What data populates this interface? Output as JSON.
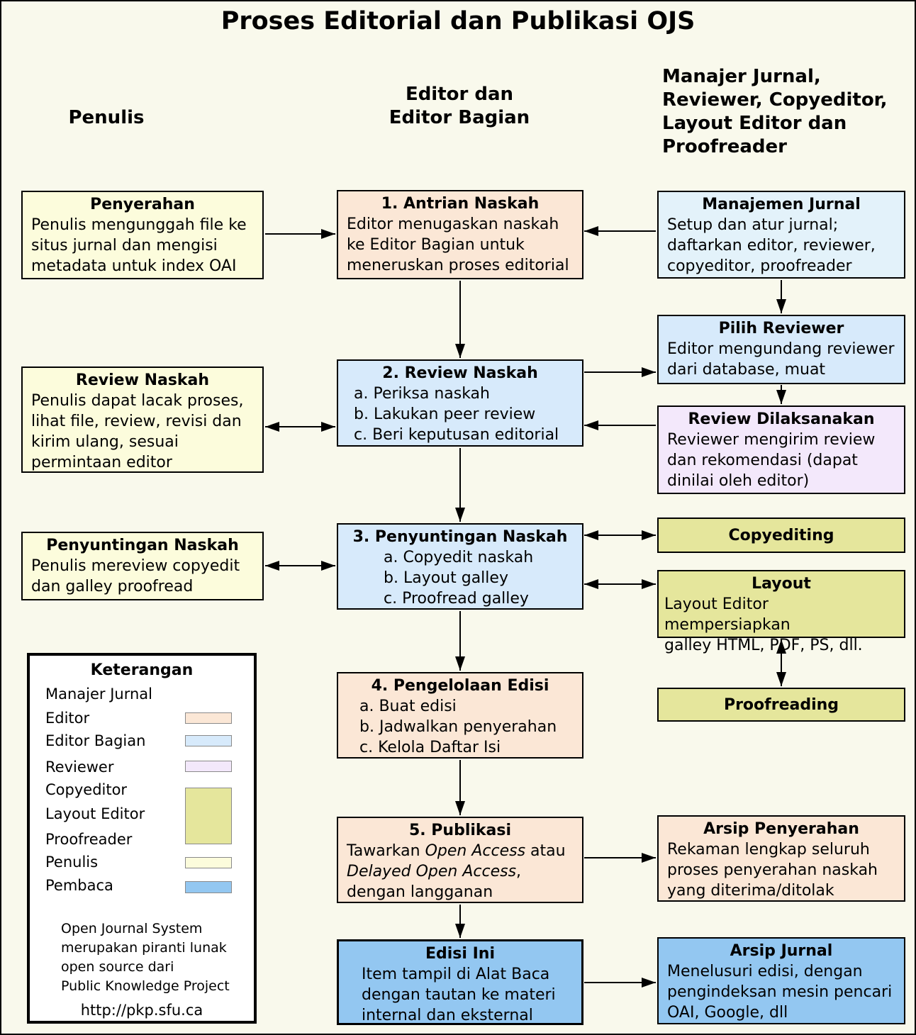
{
  "title": "Proses Editorial dan Publikasi OJS",
  "column_headers": {
    "penulis": "Penulis",
    "editor": "Editor dan\nEditor Bagian",
    "manajer": "Manajer Jurnal,\nReviewer, Copyeditor,\nLayout Editor dan\nProofreader"
  },
  "boxes": {
    "penyerahan": {
      "title": "Penyerahan",
      "body": "Penulis mengunggah file ke\nsitus jurnal dan mengisi\nmetadata untuk index OAI"
    },
    "antrian_naskah": {
      "title": "1. Antrian Naskah",
      "body": "Editor menugaskan naskah\nke Editor Bagian untuk\nmeneruskan proses editorial"
    },
    "manajemen_jurnal": {
      "title": "Manajemen Jurnal",
      "body": "Setup dan atur jurnal;\ndaftarkan editor, reviewer,\ncopyeditor, proofreader"
    },
    "review_naskah_penulis": {
      "title": "Review Naskah",
      "body": "Penulis dapat lacak proses,\nlihat file, review, revisi dan\nkirim ulang, sesuai\npermintaan editor"
    },
    "review_naskah": {
      "title": "2. Review Naskah",
      "items": [
        "a. Periksa naskah",
        "b. Lakukan peer review",
        "c. Beri keputusan editorial"
      ]
    },
    "pilih_reviewer": {
      "title": "Pilih Reviewer",
      "body": "Editor mengundang reviewer\ndari database, muat"
    },
    "review_dilaksanakan": {
      "title": "Review Dilaksanakan",
      "body": "Reviewer mengirim review\ndan rekomendasi (dapat\ndinilai oleh editor)"
    },
    "penyuntingan_naskah_penulis": {
      "title": "Penyuntingan Naskah",
      "body": "Penulis mereview copyedit\ndan galley proofread"
    },
    "penyuntingan_naskah": {
      "title": "3. Penyuntingan Naskah",
      "items": [
        "a. Copyedit naskah",
        "b. Layout galley",
        "c. Proofread galley"
      ]
    },
    "copyediting": {
      "title": "Copyediting"
    },
    "layout": {
      "title": "Layout",
      "body": "Layout Editor mempersiapkan\ngalley HTML, PDF, PS, dll."
    },
    "pengelolaan_edisi": {
      "title": "4. Pengelolaan Edisi",
      "items": [
        "a. Buat edisi",
        "b. Jadwalkan penyerahan",
        "c. Kelola Daftar Isi"
      ]
    },
    "proofreading": {
      "title": "Proofreading"
    },
    "publikasi": {
      "title": "5. Publikasi",
      "body_pre": "Tawarkan ",
      "body_italic1": "Open Access",
      "body_mid": " atau",
      "body_italic2": "Delayed Open Access",
      "body_comma": ",",
      "body_post": "dengan langganan"
    },
    "arsip_penyerahan": {
      "title": "Arsip Penyerahan",
      "body": "Rekaman lengkap seluruh\nproses penyerahan naskah\nyang diterima/ditolak"
    },
    "edisi_ini": {
      "title": "Edisi Ini",
      "body": "Item tampil di Alat Baca\ndengan tautan ke materi\ninternal dan eksternal"
    },
    "arsip_jurnal": {
      "title": "Arsip Jurnal",
      "body": "Menelusuri edisi, dengan\npengindeksan mesin pencari\nOAI, Google, dll"
    }
  },
  "legend": {
    "title": "Keterangan",
    "items": [
      {
        "label": "Manajer Jurnal"
      },
      {
        "label": "Editor",
        "swatch": "#FBE7D6"
      },
      {
        "label": "Editor Bagian",
        "swatch": "#D7EAFB"
      },
      {
        "label": "Reviewer",
        "swatch": "#F3E8FB"
      },
      {
        "label": "Copyeditor",
        "swatch": "#E5E69C"
      },
      {
        "label": "Layout Editor",
        "swatch": "#E5E69C"
      },
      {
        "label": "Proofreader",
        "swatch": "#E5E69C"
      },
      {
        "label": "Penulis",
        "swatch": "#FCFCDC"
      },
      {
        "label": "Pembaca",
        "swatch": "#93C7F1"
      }
    ],
    "footer": "Open Journal System\nmerupakan piranti lunak\nopen source dari\nPublic Knowledge Project",
    "url": "http://pkp.sfu.ca"
  },
  "colors": {
    "background": "#F9F9EC",
    "editor": "#FBE7D6",
    "editor_bagian": "#D7EAFB",
    "manajer_jurnal_box": "#E3F2FA",
    "reviewer": "#F3E8FB",
    "copyeditor_layout_proofreader": "#E5E69C",
    "penulis": "#FCFCDC",
    "pembaca": "#93C7F1",
    "border": "#000000"
  }
}
